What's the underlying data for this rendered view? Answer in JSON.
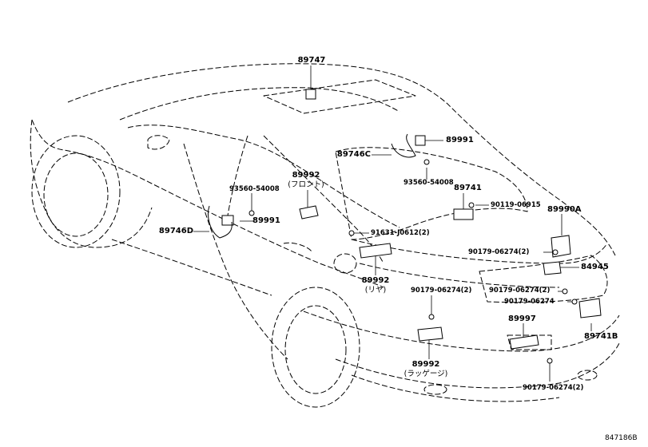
{
  "labels": {
    "p89747": "89747",
    "p89991_roof": "89991",
    "p89746c": "89746C",
    "p93560_roof": "93560-54008",
    "p89992_front": "89992",
    "p89992_front_sub": "(フロント)",
    "p93560_left": "93560-54008",
    "p89991_left": "89991",
    "p89746d": "89746D",
    "p89741": "89741",
    "p90119": "90119-06915",
    "p89990a": "89990A",
    "p91631": "91631-J0612(2)",
    "p90179_a": "90179-06274(2)",
    "p84945": "84945",
    "p89992_rear": "89992",
    "p89992_rear_sub": "(リヤ)",
    "p90179_b": "90179-06274(2)",
    "p90179_c": "90179-06274(2)",
    "p90179_d": "90179-06274",
    "p89997": "89997",
    "p89741b": "89741B",
    "p89992_lug": "89992",
    "p89992_lug_sub": "(ラッゲージ)",
    "p90179_e": "90179-06274(2)"
  },
  "figure_id": "847186B"
}
